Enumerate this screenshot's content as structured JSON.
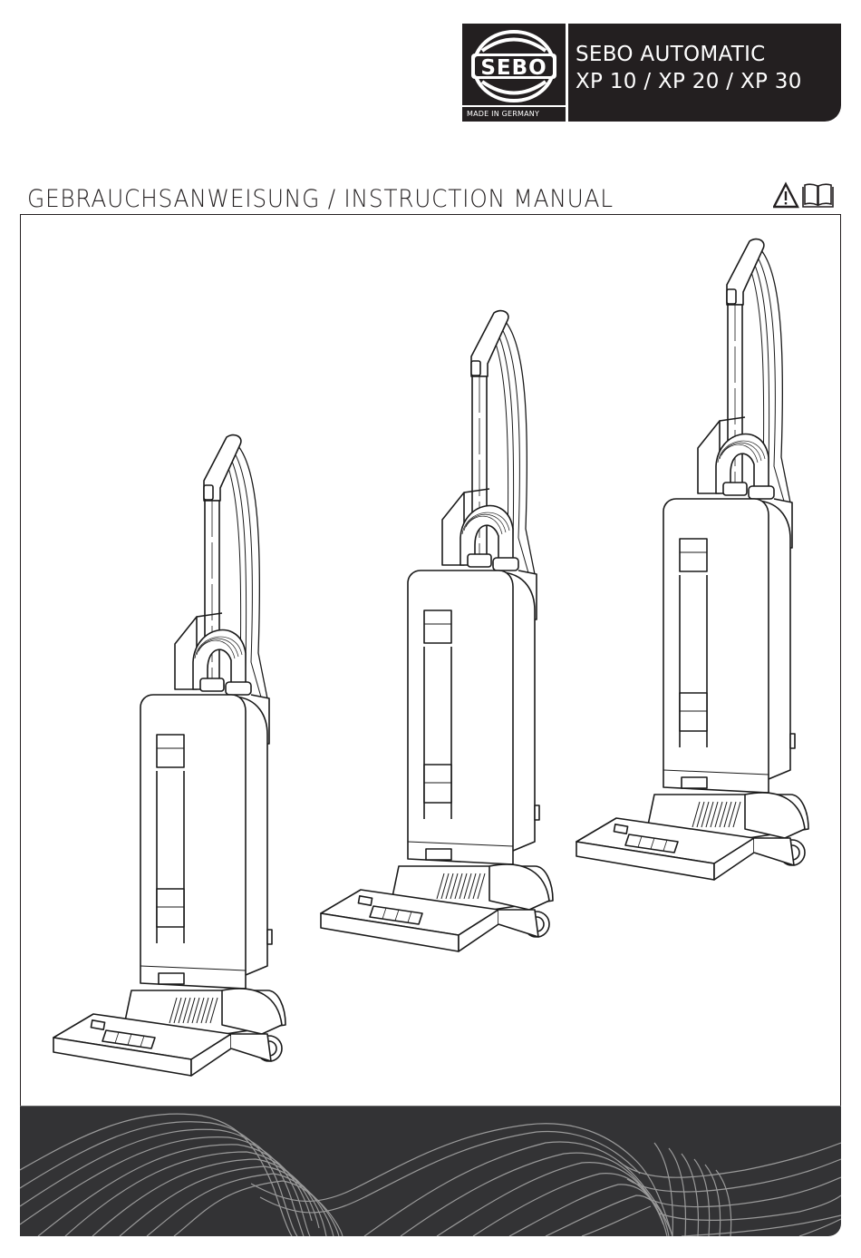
{
  "header": {
    "logo_text": "SEBO",
    "made_in": "MADE IN GERMANY",
    "product_line_1": "SEBO AUTOMATIC",
    "product_line_2": "XP 10 / XP 20 / XP 30",
    "colors": {
      "badge_bg": "#231f20",
      "badge_text": "#ffffff"
    }
  },
  "title": {
    "text": "GEBRAUCHSANWEISUNG / INSTRUCTION  MANUAL",
    "icons": [
      "warning-triangle-icon",
      "open-book-icon"
    ]
  },
  "illustration": {
    "description": "Three upright vacuum cleaners shown in perspective line art",
    "models": [
      "XP 10",
      "XP 20",
      "XP 30"
    ]
  },
  "footer": {
    "pattern": "wave-lines",
    "colors": {
      "band_bg": "#333335",
      "line": "#9a9a9a"
    }
  }
}
